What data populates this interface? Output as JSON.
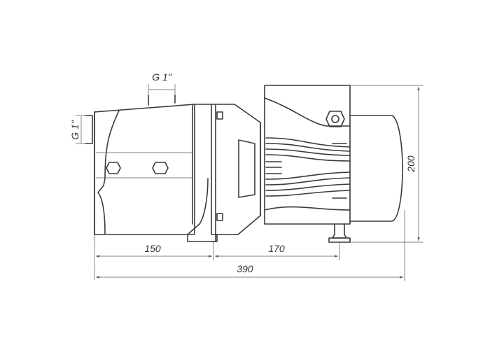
{
  "dimensions": {
    "inlet_thread": "G 1\"",
    "outlet_thread": "G 1\"",
    "pump_head_length": "150",
    "motor_length": "170",
    "overall_length": "390",
    "overall_height": "200"
  },
  "colors": {
    "line": "#3a3a3a",
    "dimension_line": "#555555",
    "background": "#ffffff"
  }
}
